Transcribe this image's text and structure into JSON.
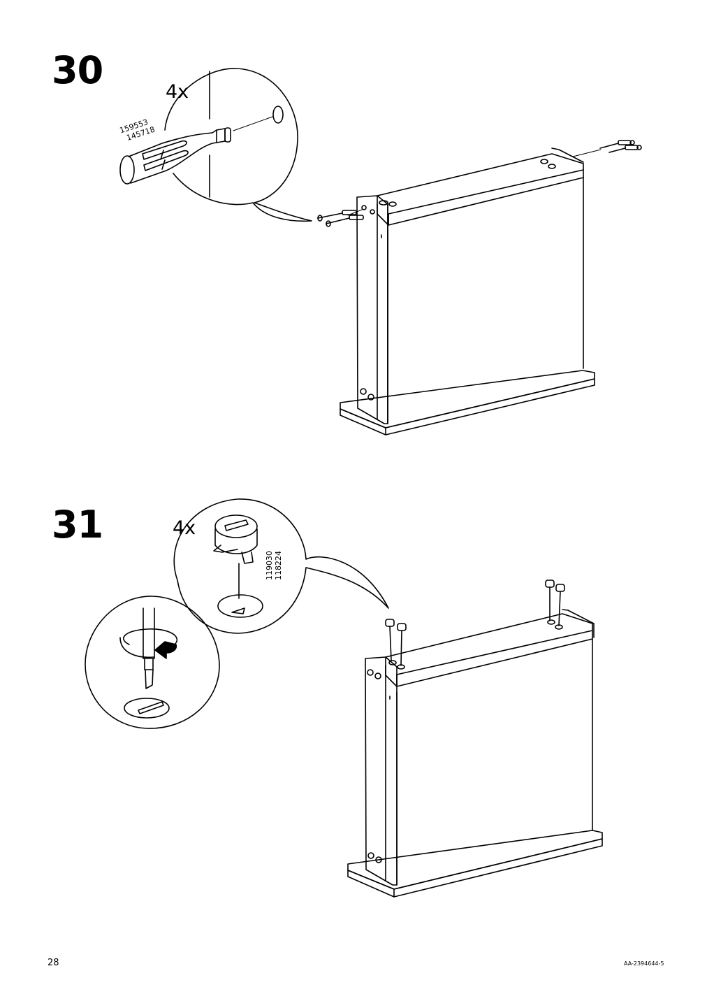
{
  "steps": [
    {
      "number": "30",
      "quantity": "4x",
      "part_numbers": [
        "159553",
        "145718"
      ],
      "icons": [
        "dowel-icon",
        "cabinet-frame-icon"
      ]
    },
    {
      "number": "31",
      "quantity": "4x",
      "part_numbers": [
        "119030",
        "118224"
      ],
      "icons": [
        "cam-lock-nut-icon",
        "screwdriver-icon",
        "rotate-arrow-icon",
        "cabinet-frame-icon"
      ]
    }
  ],
  "footer": {
    "page_number": "28",
    "document_id": "AA-2394644-5"
  },
  "colors": {
    "ink": "#000000",
    "paper": "#ffffff"
  }
}
